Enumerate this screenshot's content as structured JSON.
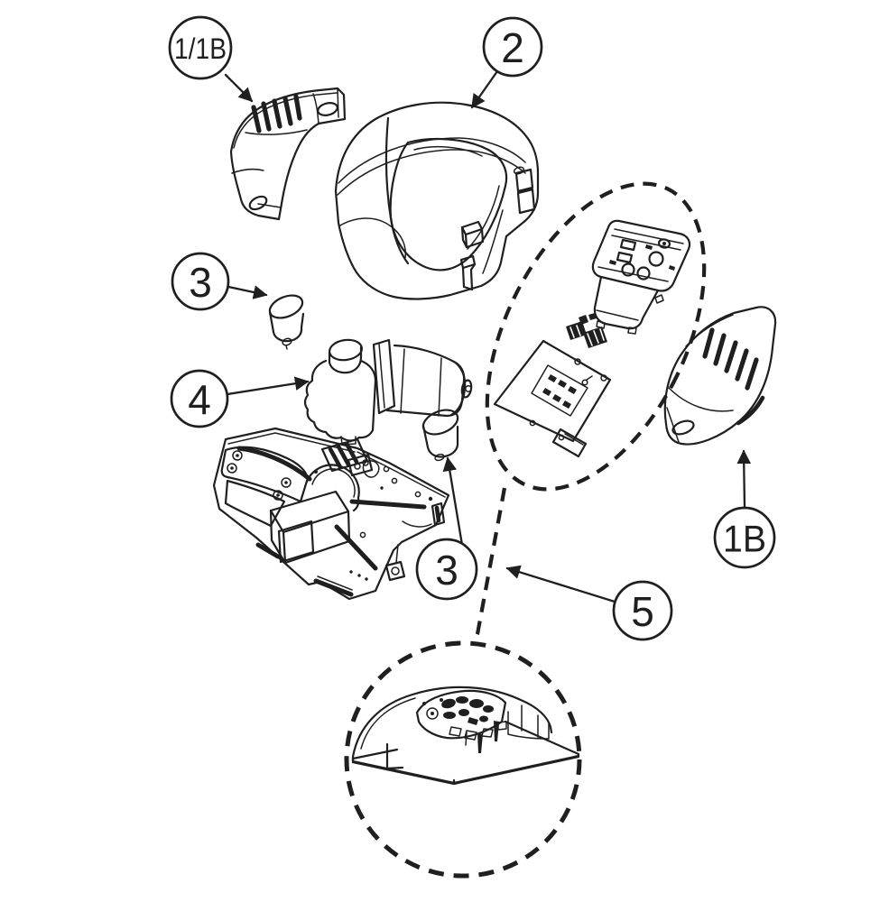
{
  "diagram": {
    "type": "exploded-parts-diagram",
    "background": "#ffffff",
    "line_color": "#1f1f1f",
    "callouts": {
      "c_1_1b": {
        "label": "1/1B",
        "points_to": "vented-end-cap-left"
      },
      "c_2": {
        "label": "2",
        "points_to": "main-housing-cover"
      },
      "c_3_upper": {
        "label": "3",
        "points_to": "capacitor-upper"
      },
      "c_4": {
        "label": "4",
        "points_to": "motor-gearbox-assembly"
      },
      "c_3_lower": {
        "label": "3",
        "points_to": "capacitor-lower"
      },
      "c_5": {
        "label": "5",
        "points_to": "control-panel-group-boundary"
      },
      "c_1b": {
        "label": "1B",
        "points_to": "vented-end-cap-right"
      }
    },
    "parts": {
      "end_cap_left": "vented end cap (left)",
      "main_cover": "main housing cover",
      "capacitor_upper": "capacitor",
      "motor_assembly": "motor with gearbox and flange",
      "chassis": "chassis plate with transformer and terminal block",
      "capacitor_lower": "capacitor",
      "control_panel": "control panel console",
      "connector_block": "connector block",
      "circuit_board": "circuit board",
      "end_cap_right": "vented end cap (right)",
      "detail_view": "control panel mounted in cover (detail view)"
    }
  }
}
